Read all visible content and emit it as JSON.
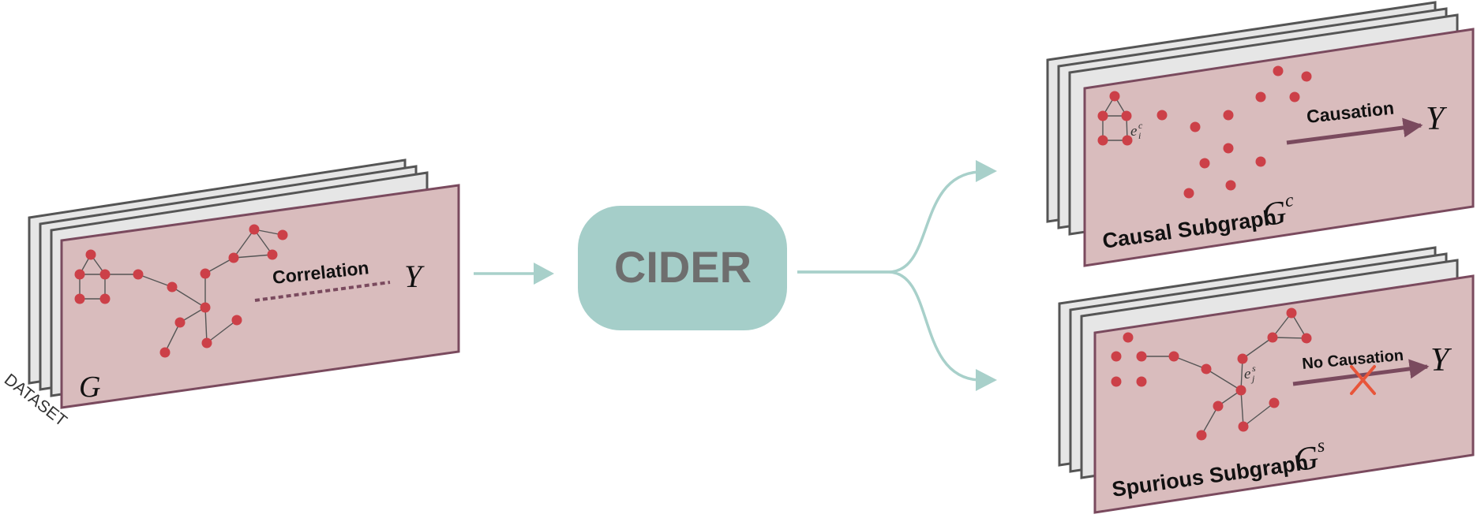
{
  "input": {
    "dataset_label": "DATASET",
    "graph_label": "G",
    "correlation_label": "Correlation",
    "target_label": "Y"
  },
  "model": {
    "name": "CIDER"
  },
  "causal": {
    "label": "Causal Subgraph",
    "symbol": "G",
    "superscript": "c",
    "relation_label": "Causation",
    "target_label": "Y",
    "edge_label": "e",
    "edge_sup": "c",
    "edge_sub": "i"
  },
  "spurious": {
    "label": "Spurious Subgraph",
    "symbol": "G",
    "superscript": "s",
    "relation_label": "No Causation",
    "target_label": "Y",
    "edge_label": "e",
    "edge_sup": "s",
    "edge_sub": "j"
  },
  "colors": {
    "card_fill": "#d9bcbd",
    "card_border": "#7a4a5e",
    "back_card_fill": "#e6e6e6",
    "back_card_border": "#555555",
    "node": "#cc4048",
    "edge": "#555555",
    "arrow_teal": "#a8d0ca",
    "model_fill": "#a5cec9",
    "model_text": "#6e6e6e",
    "relation_arrow": "#7a4a5e",
    "cross": "#e8553a"
  }
}
